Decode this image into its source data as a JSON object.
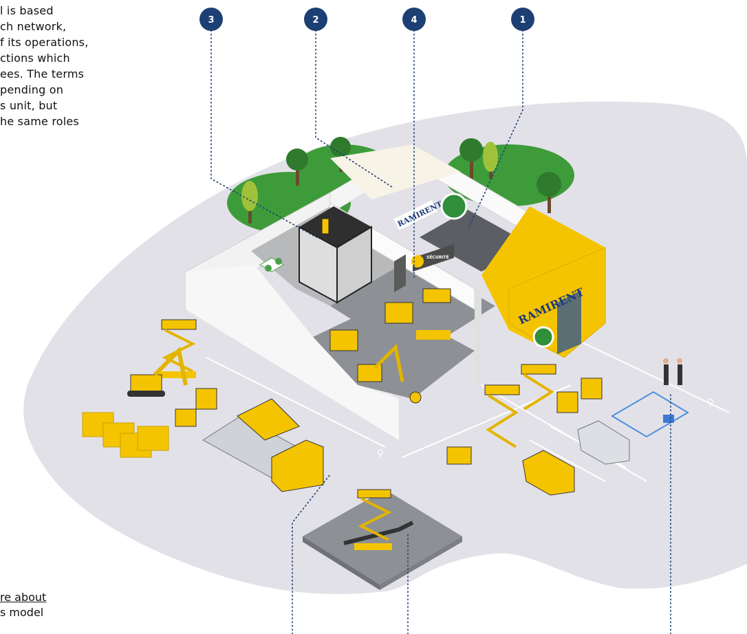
{
  "intro_lines": [
    "l is based",
    "ch network,",
    "f its operations,",
    "ctions which",
    "ees. The terms",
    "pending on",
    "s unit, but",
    "he same roles"
  ],
  "learn_more": {
    "line1": "re about",
    "line2": "s model"
  },
  "markers": [
    {
      "label": "3"
    },
    {
      "label": "2"
    },
    {
      "label": "4"
    },
    {
      "label": "1"
    }
  ],
  "signs": {
    "brand_wall": "RAMIRENT",
    "brand_front": "RAMIRENT",
    "security": "SÉCURITÉ"
  },
  "colors": {
    "marker": "#1c3f74",
    "brand_yellow": "#f5c400",
    "ground": "#e3e1e8",
    "grass": "#3e9b3a",
    "floor": "#8d9094"
  }
}
